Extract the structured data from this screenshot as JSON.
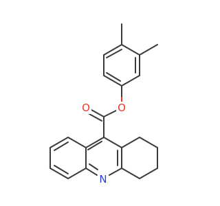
{
  "molecule": {
    "atoms": {
      "oxygen_carbonyl": {
        "symbol": "O",
        "color": "#e8372b"
      },
      "oxygen_ester": {
        "symbol": "O",
        "color": "#e8372b"
      },
      "nitrogen": {
        "symbol": "N",
        "color": "#2a3cd6"
      }
    }
  }
}
